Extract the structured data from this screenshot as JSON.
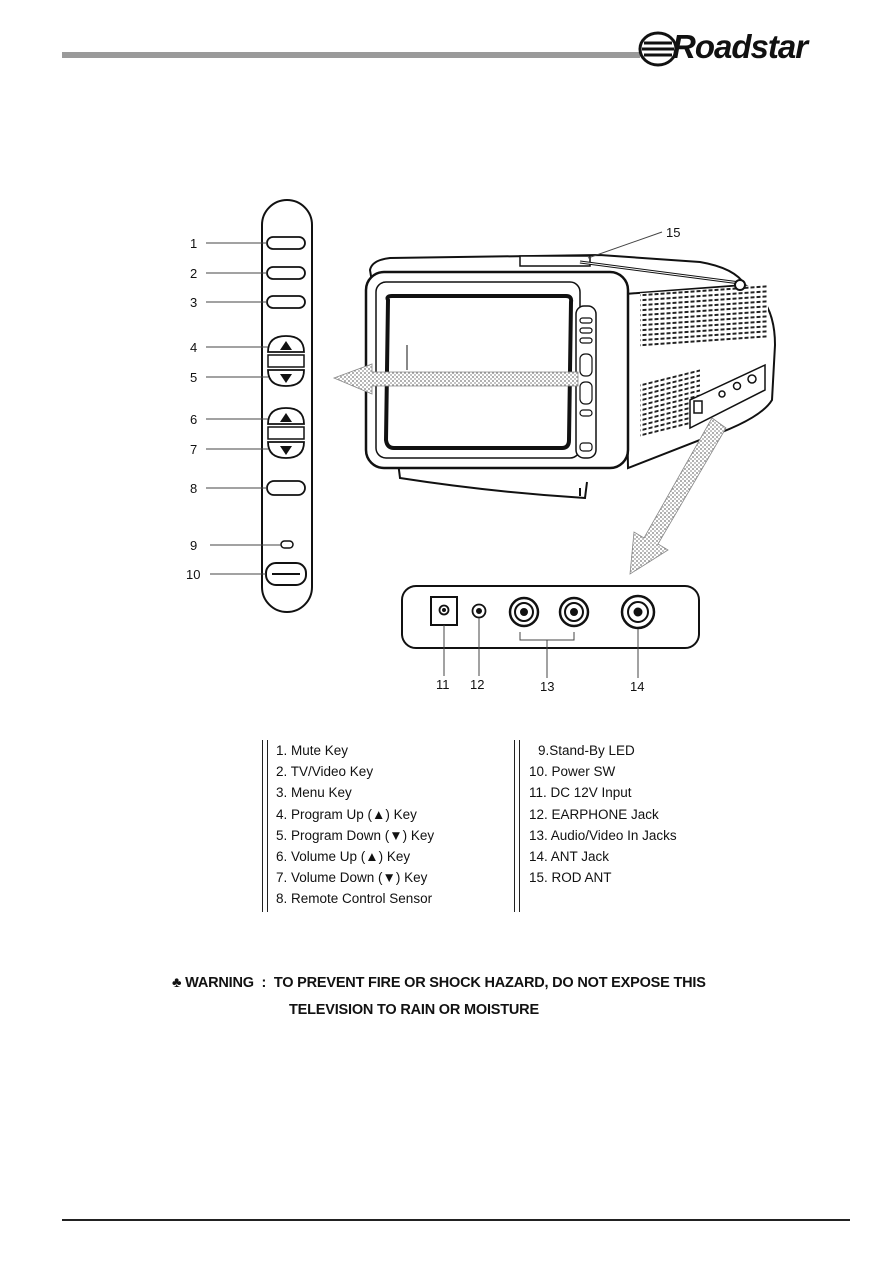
{
  "brand": {
    "logo_text": "Roadstar"
  },
  "callouts": [
    "1",
    "2",
    "3",
    "4",
    "5",
    "6",
    "7",
    "8",
    "9",
    "10",
    "11",
    "12",
    "13",
    "14",
    "15"
  ],
  "legend_left": [
    "1. Mute Key",
    "2. TV/Video Key",
    "3. Menu Key",
    "4. Program Up (▲) Key",
    "5. Program Down (▼) Key",
    "6. Volume Up (▲) Key",
    "7. Volume Down (▼) Key",
    "8. Remote Control Sensor"
  ],
  "legend_right": [
    "9.Stand-By LED",
    "10. Power SW",
    "11. DC 12V Input",
    "12. EARPHONE Jack",
    "13. Audio/Video In Jacks",
    "14. ANT Jack",
    "15. ROD ANT"
  ],
  "warning": {
    "symbol": "♣",
    "label": "WARNING",
    "separator": ":",
    "line1": "TO PREVENT FIRE OR SHOCK HAZARD, DO NOT EXPOSE THIS",
    "line2": "TELEVISION TO RAIN OR MOISTURE"
  }
}
